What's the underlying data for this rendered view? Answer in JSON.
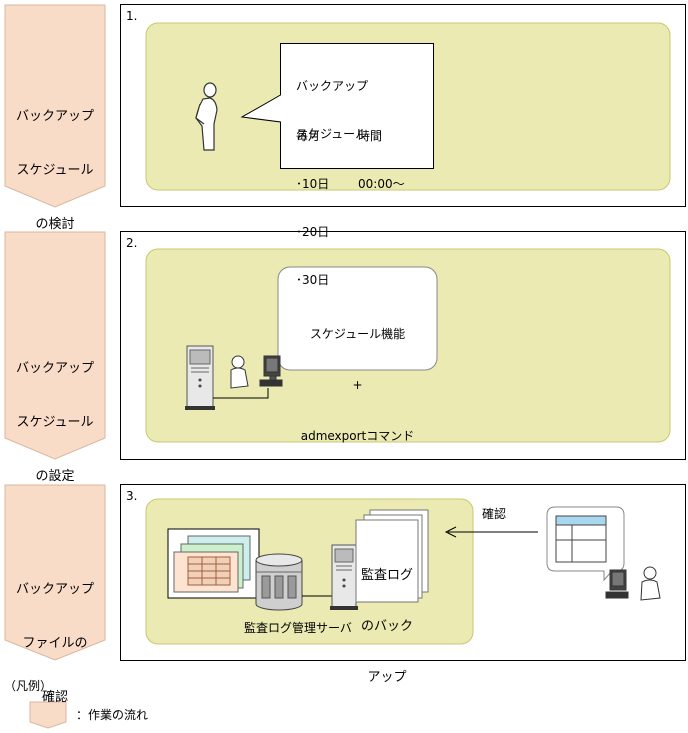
{
  "steps": [
    {
      "label_lines": [
        "バックアップ",
        "スケジュール",
        "の検討"
      ],
      "number": "1."
    },
    {
      "label_lines": [
        "バックアップ",
        "スケジュール",
        "の設定"
      ],
      "number": "2."
    },
    {
      "label_lines": [
        "バックアップ",
        "ファイルの",
        "確認"
      ],
      "number": "3."
    }
  ],
  "step1": {
    "bubble_title_lines": [
      "バックアップ",
      "スケジュール"
    ],
    "col_day_header": "毎月",
    "col_day_items": [
      "･10日",
      "･20日",
      "･30日"
    ],
    "col_time_header": "時間",
    "col_time_value": "00:00～"
  },
  "step2": {
    "bubble_line1": "スケジュール機能",
    "bubble_line2": "+",
    "bubble_line3": "admexportコマンド"
  },
  "step3": {
    "doc_lines": [
      "監査ログ",
      "のバック",
      "アップ"
    ],
    "confirm_label": "確認",
    "server_label": "監査ログ管理サーバ"
  },
  "legend": {
    "title": "（凡例）",
    "item_label": "：作業の流れ"
  },
  "colors": {
    "flow_arrow": "#f8dcc8",
    "panel": "#eaeab2",
    "panel_border": "#c8c870",
    "frame": "#000000"
  }
}
